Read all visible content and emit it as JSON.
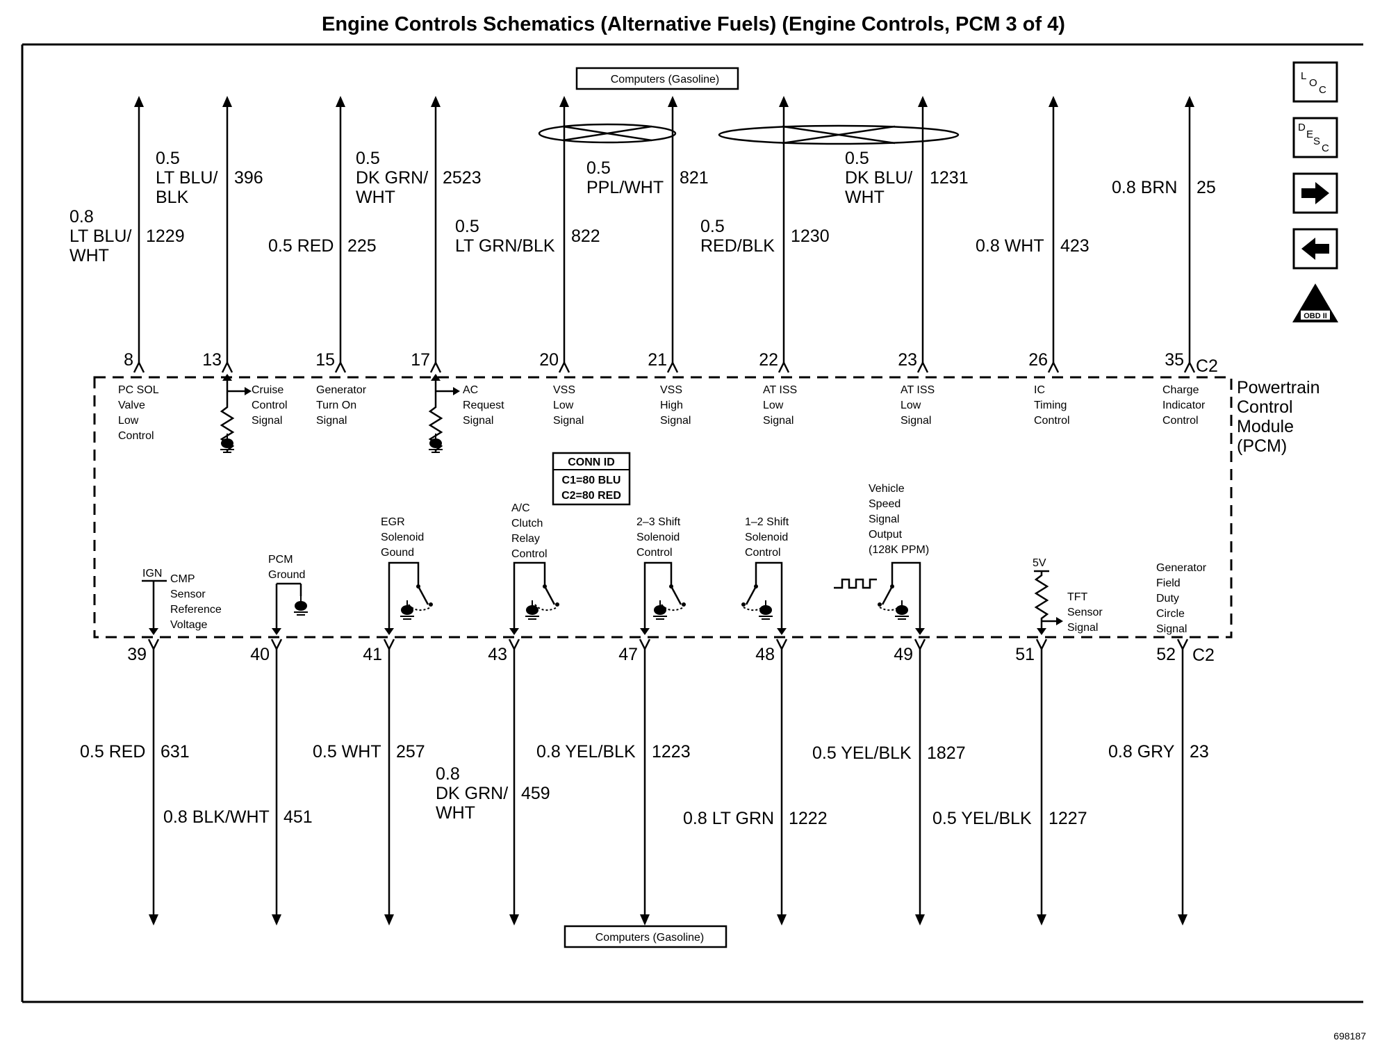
{
  "title": "Engine Controls Schematics (Alternative Fuels) (Engine Controls, PCM 3 of 4)",
  "top_label": "Computers (Gasoline)",
  "bottom_label": "Computers (Gasoline)",
  "connector_top": "C2",
  "connector_bottom": "C2",
  "module": {
    "line1": "Powertrain",
    "line2": "Control",
    "line3": "Module",
    "line4": "(PCM)"
  },
  "conn_id": {
    "title": "CONN ID",
    "c1": "C1=80 BLU",
    "c2": "C2=80 RED"
  },
  "nav": {
    "loc": "LOC",
    "desc": "DESC",
    "next": "→",
    "prev": "←",
    "obd": "OBD II"
  },
  "top_wires": [
    {
      "pin": "8",
      "w1": "0.8",
      "w2": "LT BLU/",
      "w3": "WHT",
      "circuit": "1229",
      "s1": "PC SOL",
      "s2": "Valve",
      "s3": "Low",
      "s4": "Control"
    },
    {
      "pin": "13",
      "w1": "0.5",
      "w2": "LT BLU/",
      "w3": "BLK",
      "circuit": "396",
      "s1": "Cruise",
      "s2": "Control",
      "s3": "Signal",
      "s4": ""
    },
    {
      "pin": "15",
      "w1": "0.5 RED",
      "w2": "",
      "w3": "",
      "circuit": "225",
      "s1": "Generator",
      "s2": "Turn On",
      "s3": "Signal",
      "s4": ""
    },
    {
      "pin": "17",
      "w1": "0.5",
      "w2": "DK GRN/",
      "w3": "WHT",
      "circuit": "2523",
      "s1": "AC",
      "s2": "Request",
      "s3": "Signal",
      "s4": ""
    },
    {
      "pin": "20",
      "w1": "0.5",
      "w2": "LT GRN/BLK",
      "w3": "",
      "circuit": "822",
      "s1": "VSS",
      "s2": "Low",
      "s3": "Signal",
      "s4": ""
    },
    {
      "pin": "21",
      "w1": "0.5",
      "w2": "PPL/WHT",
      "w3": "",
      "circuit": "821",
      "s1": "VSS",
      "s2": "High",
      "s3": "Signal",
      "s4": ""
    },
    {
      "pin": "22",
      "w1": "0.5",
      "w2": "RED/BLK",
      "w3": "",
      "circuit": "1230",
      "s1": "AT ISS",
      "s2": "Low",
      "s3": "Signal",
      "s4": ""
    },
    {
      "pin": "23",
      "w1": "0.5",
      "w2": "DK BLU/",
      "w3": "WHT",
      "circuit": "1231",
      "s1": "AT ISS",
      "s2": "Low",
      "s3": "Signal",
      "s4": ""
    },
    {
      "pin": "26",
      "w1": "0.8 WHT",
      "w2": "",
      "w3": "",
      "circuit": "423",
      "s1": "IC",
      "s2": "Timing",
      "s3": "Control",
      "s4": ""
    },
    {
      "pin": "35",
      "w1": "0.8 BRN",
      "w2": "",
      "w3": "",
      "circuit": "25",
      "s1": "Charge",
      "s2": "Indicator",
      "s3": "Control",
      "s4": ""
    }
  ],
  "bottom_wires": [
    {
      "pin": "39",
      "w1": "0.5 RED",
      "w2": "",
      "w3": "",
      "circuit": "631",
      "s1": "CMP",
      "s2": "Sensor",
      "s3": "Reference",
      "s4": "Voltage",
      "s5": ""
    },
    {
      "pin": "40",
      "w1": "0.8 BLK/WHT",
      "w2": "",
      "w3": "",
      "circuit": "451",
      "s1": "PCM",
      "s2": "Ground",
      "s3": "",
      "s4": "",
      "s5": ""
    },
    {
      "pin": "41",
      "w1": "0.5 WHT",
      "w2": "",
      "w3": "",
      "circuit": "257",
      "s1": "EGR",
      "s2": "Solenoid",
      "s3": "Gound",
      "s4": "",
      "s5": ""
    },
    {
      "pin": "43",
      "w1": "0.8",
      "w2": "DK GRN/",
      "w3": "WHT",
      "circuit": "459",
      "s1": "A/C",
      "s2": "Clutch",
      "s3": "Relay",
      "s4": "Control",
      "s5": ""
    },
    {
      "pin": "47",
      "w1": "0.8 YEL/BLK",
      "w2": "",
      "w3": "",
      "circuit": "1223",
      "s1": "2–3 Shift",
      "s2": "Solenoid",
      "s3": "Control",
      "s4": "",
      "s5": ""
    },
    {
      "pin": "48",
      "w1": "0.8 LT GRN",
      "w2": "",
      "w3": "",
      "circuit": "1222",
      "s1": "1–2 Shift",
      "s2": "Solenoid",
      "s3": "Control",
      "s4": "",
      "s5": ""
    },
    {
      "pin": "49",
      "w1": "0.5 YEL/BLK",
      "w2": "",
      "w3": "",
      "circuit": "1827",
      "s1": "Vehicle",
      "s2": "Speed",
      "s3": "Signal",
      "s4": "Output",
      "s5": "(128K PPM)"
    },
    {
      "pin": "51",
      "w1": "0.5 YEL/BLK",
      "w2": "",
      "w3": "",
      "circuit": "1227",
      "s1": "TFT",
      "s2": "Sensor",
      "s3": "Signal",
      "s4": "",
      "s5": ""
    },
    {
      "pin": "52",
      "w1": "0.8 GRY",
      "w2": "",
      "w3": "",
      "circuit": "23",
      "s1": "Generator",
      "s2": "Field",
      "s3": "Duty",
      "s4": "Circle",
      "s5": "Signal"
    }
  ],
  "ign_label": "IGN",
  "v5_label": "5V",
  "figure_code": "698187"
}
